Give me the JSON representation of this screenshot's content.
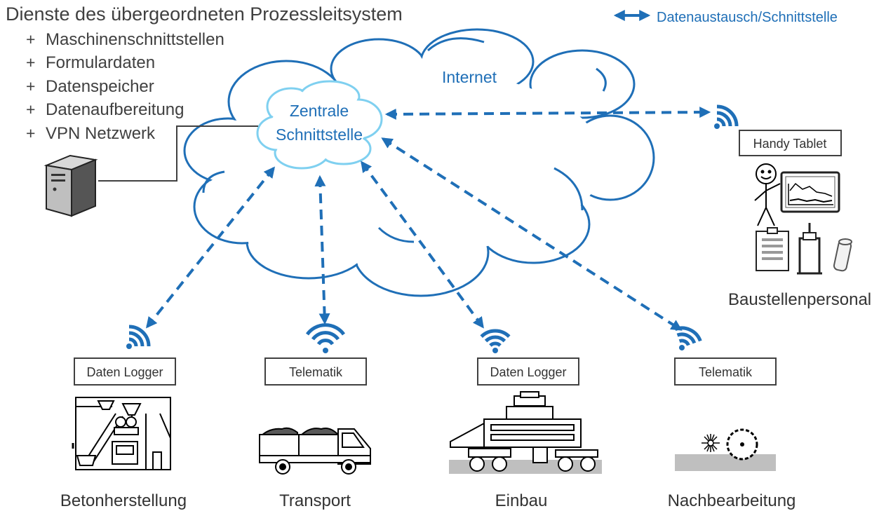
{
  "header": {
    "title": "Dienste des übergeordneten Prozessleitsystem",
    "bullet_marker": "+",
    "services": [
      "Maschinenschnittstellen",
      "Formulardaten",
      "Datenspeicher",
      "Datenaufbereitung",
      "VPN Netzwerk"
    ]
  },
  "legend": {
    "label": "Datenaustausch/Schnittstelle"
  },
  "cloud": {
    "label": "Internet"
  },
  "hub": {
    "line1": "Zentrale",
    "line2": "Schnittstelle"
  },
  "mobile": {
    "device_label": "Handy Tablet",
    "caption": "Baustellenpersonal"
  },
  "stations": [
    {
      "device": "Daten Logger",
      "caption": "Betonherstellung"
    },
    {
      "device": "Telematik",
      "caption": "Transport"
    },
    {
      "device": "Daten Logger",
      "caption": "Einbau"
    },
    {
      "device": "Telematik",
      "caption": "Nachbearbeitung"
    }
  ],
  "colors": {
    "accent": "#1f6fb7",
    "hub_outline": "#7fd0f0",
    "text": "#404040"
  },
  "icons": [
    "server-icon",
    "wifi-icon",
    "smiley-person-icon",
    "monitor-chart-icon",
    "clipboard-icon",
    "measuring-device-icon",
    "sample-cylinder-icon",
    "concrete-plant-icon",
    "truck-icon",
    "paver-icon",
    "curing-roller-icon"
  ]
}
